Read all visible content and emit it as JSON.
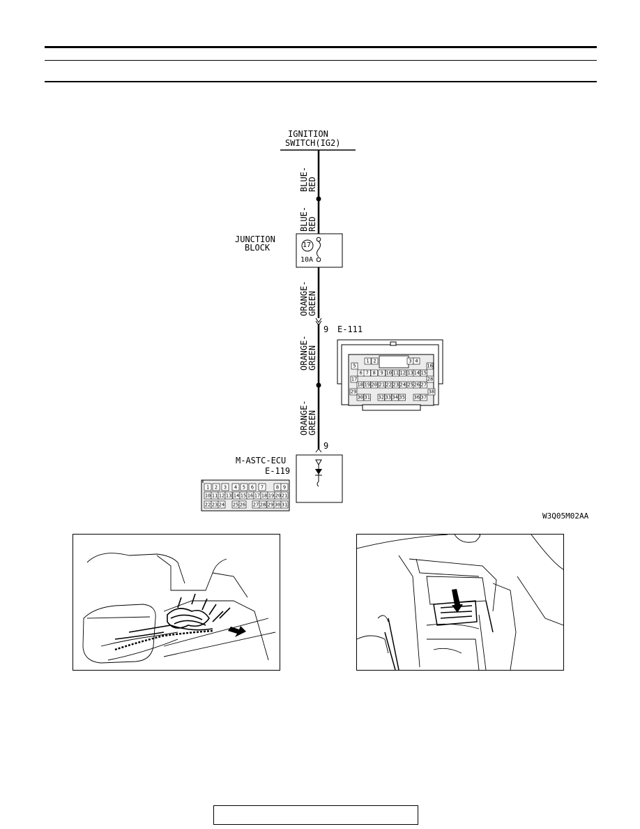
{
  "diagram": {
    "power_source": {
      "line1": "IGNITION",
      "line2": "SWITCH(IG2)"
    },
    "wires": {
      "w1": {
        "line1": "BLUE-",
        "line2": "RED"
      },
      "w2": {
        "line1": "BLUE-",
        "line2": "RED"
      },
      "w3": {
        "line1": "ORANGE-",
        "line2": "GREEN"
      },
      "w4": {
        "line1": "ORANGE-",
        "line2": "GREEN"
      },
      "w5": {
        "line1": "ORANGE-",
        "line2": "GREEN"
      }
    },
    "junction_block": {
      "line1": "JUNCTION",
      "line2": "BLOCK",
      "fuse_number": "17",
      "fuse_rating": "10A"
    },
    "connector_e111": {
      "pin": "9",
      "name": "E-111",
      "rows": [
        [
          "1",
          "2",
          "3",
          "4"
        ],
        [
          "5",
          "16"
        ],
        [
          "6",
          "7",
          "8",
          "9",
          "10",
          "11",
          "12",
          "13",
          "14",
          "15"
        ],
        [
          "17",
          "28"
        ],
        [
          "18",
          "19",
          "20",
          "21",
          "22",
          "23",
          "24",
          "25",
          "26",
          "27"
        ],
        [
          "29",
          "38"
        ],
        [
          "30",
          "31",
          "32",
          "33",
          "34",
          "35",
          "36",
          "37"
        ]
      ]
    },
    "ecu": {
      "name": "M-ASTC-ECU",
      "connector": "E-119",
      "pin": "9",
      "rows": [
        [
          "1",
          "2",
          "3",
          "4",
          "5",
          "6",
          "7",
          "8",
          "9"
        ],
        [
          "10",
          "11",
          "12",
          "13",
          "14",
          "15",
          "16",
          "17",
          "18",
          "19",
          "20",
          "21"
        ],
        [
          "22",
          "23",
          "24",
          "25",
          "26",
          "27",
          "28",
          "29",
          "30",
          "31"
        ]
      ]
    },
    "figure_code": "W3Q05M02AA"
  },
  "colors": {
    "ink": "#000000",
    "paper": "#ffffff",
    "connector_fill": "#e8e8e8"
  }
}
